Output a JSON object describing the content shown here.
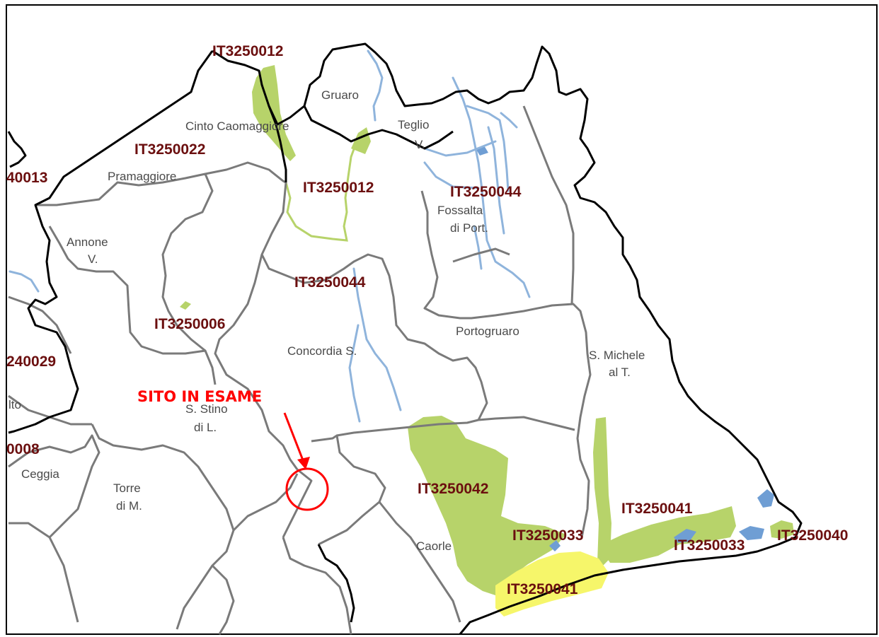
{
  "annotation": {
    "text": "SITO IN ESAME",
    "color": "#ff0000"
  },
  "site_codes": [
    "IT3250012",
    "IT3250022",
    "40013",
    "IT3250012",
    "IT3250044",
    "IT3250044",
    "IT3250006",
    "240029",
    "0008",
    "IT3250042",
    "IT3250041",
    "IT3250033",
    "IT3250033",
    "IT3250040",
    "IT3250041"
  ],
  "towns": [
    "Gruaro",
    "Cinto Caomaggiore",
    "Teglio",
    "V.",
    "Pramaggiore",
    "Fossalta",
    "di Port.",
    "Annone",
    "V.",
    "Portogruaro",
    "Concordia S.",
    "S. Michele",
    "al T.",
    "lto",
    "S. Stino",
    "di L.",
    "Ceggia",
    "Torre",
    "di M.",
    "Caorle"
  ],
  "colors": {
    "boundary_regional": "#000000",
    "boundary_municipal": "#7a7a7a",
    "river": "#8fb4dc",
    "water": "#6f9ed4",
    "protected_area_green": "#b7d36a",
    "protected_area_yellow": "#f6f66a",
    "label_code": "#6b0f0f",
    "label_town": "#4a4a4a"
  }
}
